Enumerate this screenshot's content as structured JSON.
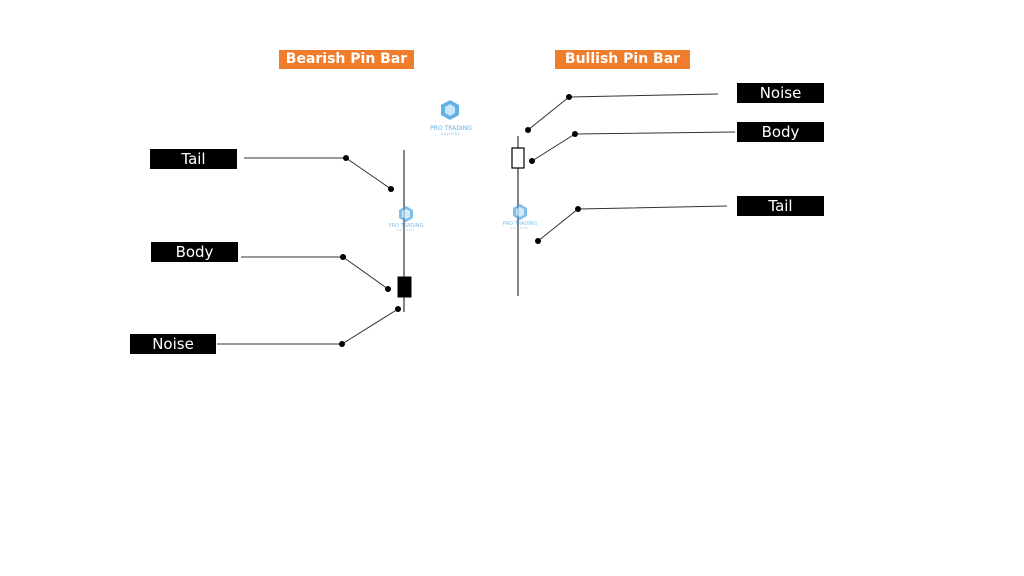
{
  "titles": {
    "bearish": "Bearish Pin Bar",
    "bullish": "Bullish Pin Bar"
  },
  "bearish_labels": {
    "tail": "Tail",
    "body": "Body",
    "noise": "Noise"
  },
  "bullish_labels": {
    "noise": "Noise",
    "body": "Body",
    "tail": "Tail"
  },
  "watermark": {
    "brand": "PRO TRADING",
    "sub": "SCHOOL"
  },
  "colors": {
    "title_bg": "#ef7d2b",
    "label_bg": "#000000",
    "line": "#333333",
    "watermark": "#4aa3df"
  }
}
